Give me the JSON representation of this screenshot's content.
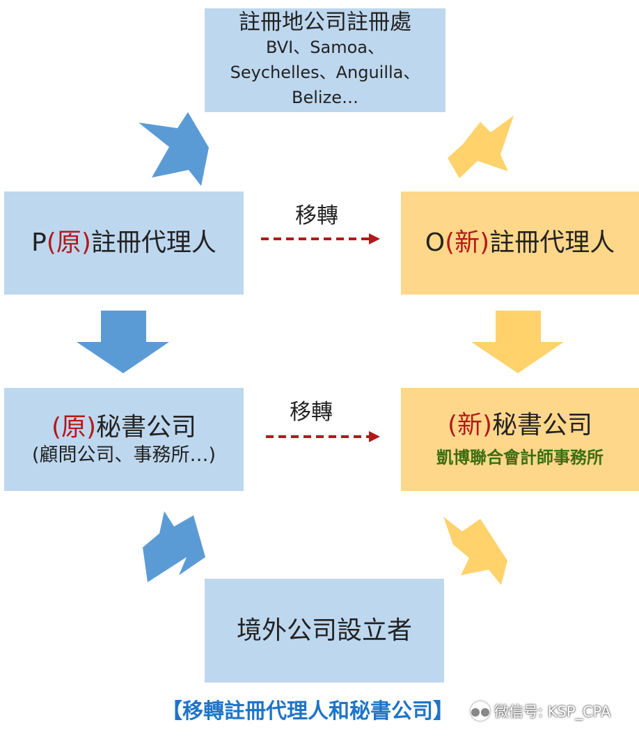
{
  "top_box": {
    "title": "註冊地公司註冊處",
    "line1": "BVI、Samoa、",
    "line2": "Seychelles、Anguilla、",
    "line3": "Belize…"
  },
  "old_agent": {
    "prefix": "P",
    "paren": "(原)",
    "text": "註冊代理人"
  },
  "new_agent": {
    "prefix": "O",
    "paren": "(新)",
    "text": "註冊代理人"
  },
  "old_secretary": {
    "paren": "(原)",
    "text": "秘書公司",
    "sub": "(顧問公司、事務所…)"
  },
  "new_secretary": {
    "paren": "(新)",
    "text": "秘書公司",
    "sub": "凱博聯合會計師事務所"
  },
  "transfer_label_1": "移轉",
  "transfer_label_2": "移轉",
  "bottom_box": {
    "text": "境外公司設立者"
  },
  "caption": "【移轉註冊代理人和秘書公司】",
  "watermark": {
    "text": "微信号: KSP_CPA",
    "icon": "wechat-icon"
  },
  "colors": {
    "blue_box": "#bdd7ee",
    "orange_box": "#ffd78a",
    "blue_arrow": "#5b9bd5",
    "orange_arrow": "#ffd26b",
    "transfer_arrow": "#b11919",
    "highlight_red": "#b11919",
    "firm_green": "#3a6e12",
    "caption_blue": "#1f74c7"
  }
}
